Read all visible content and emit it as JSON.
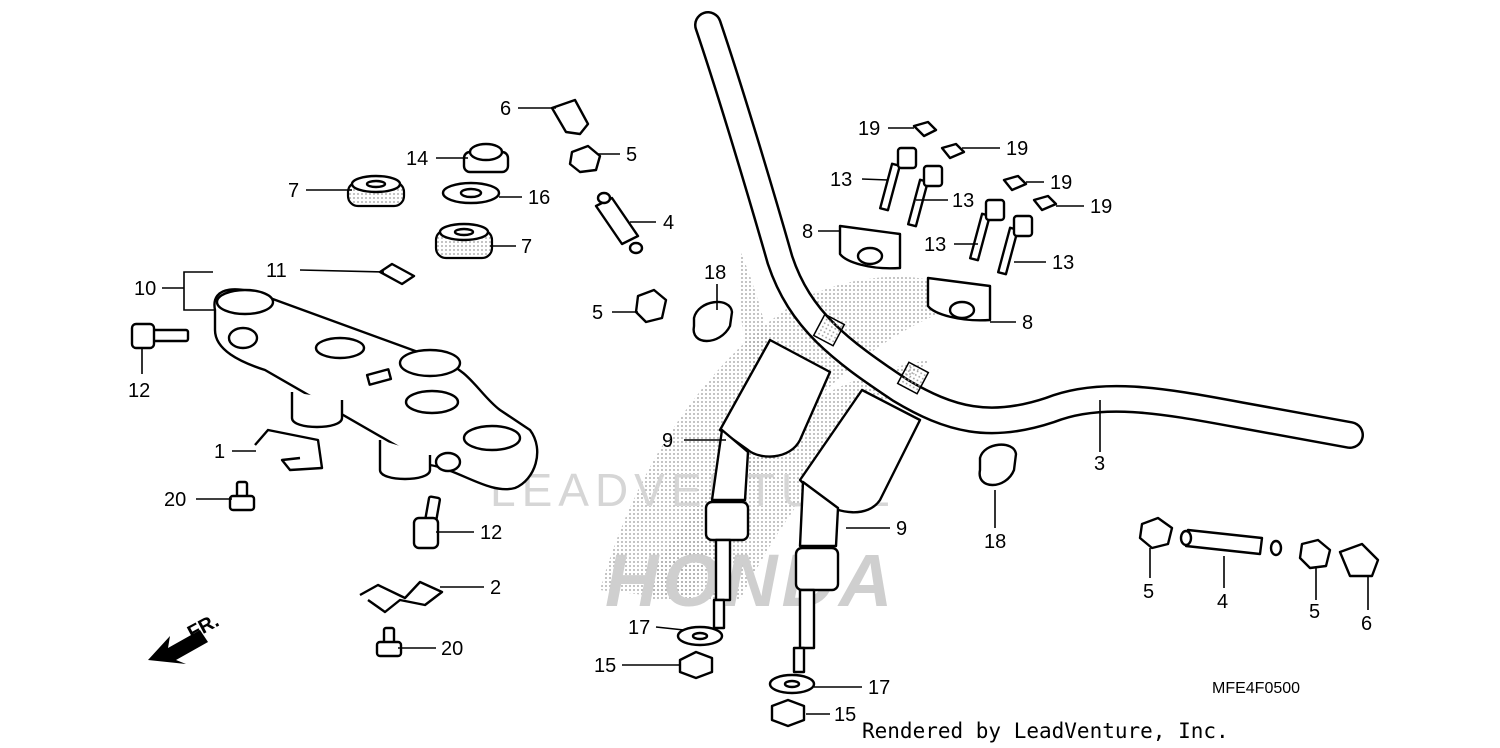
{
  "diagram": {
    "code": "MFE4F0500",
    "credit": "Rendered by LeadVenture, Inc.",
    "direction_label": "FR.",
    "watermark_text": "LEADVENTURE",
    "watermark_brand": "HONDA"
  },
  "callouts": [
    {
      "id": "c6a",
      "label": "6"
    },
    {
      "id": "c5a",
      "label": "5"
    },
    {
      "id": "c14",
      "label": "14"
    },
    {
      "id": "c7a",
      "label": "7"
    },
    {
      "id": "c16",
      "label": "16"
    },
    {
      "id": "c4a",
      "label": "4"
    },
    {
      "id": "c7b",
      "label": "7"
    },
    {
      "id": "c18a",
      "label": "18"
    },
    {
      "id": "c11",
      "label": "11"
    },
    {
      "id": "c10",
      "label": "10"
    },
    {
      "id": "c5b",
      "label": "5"
    },
    {
      "id": "c12a",
      "label": "12"
    },
    {
      "id": "c1",
      "label": "1"
    },
    {
      "id": "c9a",
      "label": "9"
    },
    {
      "id": "c20a",
      "label": "20"
    },
    {
      "id": "c12b",
      "label": "12"
    },
    {
      "id": "c9b",
      "label": "9"
    },
    {
      "id": "c2",
      "label": "2"
    },
    {
      "id": "c20b",
      "label": "20"
    },
    {
      "id": "c17a",
      "label": "17"
    },
    {
      "id": "c15a",
      "label": "15"
    },
    {
      "id": "c17b",
      "label": "17"
    },
    {
      "id": "c15b",
      "label": "15"
    },
    {
      "id": "c19a",
      "label": "19"
    },
    {
      "id": "c19b",
      "label": "19"
    },
    {
      "id": "c19c",
      "label": "19"
    },
    {
      "id": "c19d",
      "label": "19"
    },
    {
      "id": "c13a",
      "label": "13"
    },
    {
      "id": "c13b",
      "label": "13"
    },
    {
      "id": "c13c",
      "label": "13"
    },
    {
      "id": "c13d",
      "label": "13"
    },
    {
      "id": "c8a",
      "label": "8"
    },
    {
      "id": "c8b",
      "label": "8"
    },
    {
      "id": "c3",
      "label": "3"
    },
    {
      "id": "c18b",
      "label": "18"
    },
    {
      "id": "c5c",
      "label": "5"
    },
    {
      "id": "c4b",
      "label": "4"
    },
    {
      "id": "c5d",
      "label": "5"
    },
    {
      "id": "c6b",
      "label": "6"
    }
  ]
}
